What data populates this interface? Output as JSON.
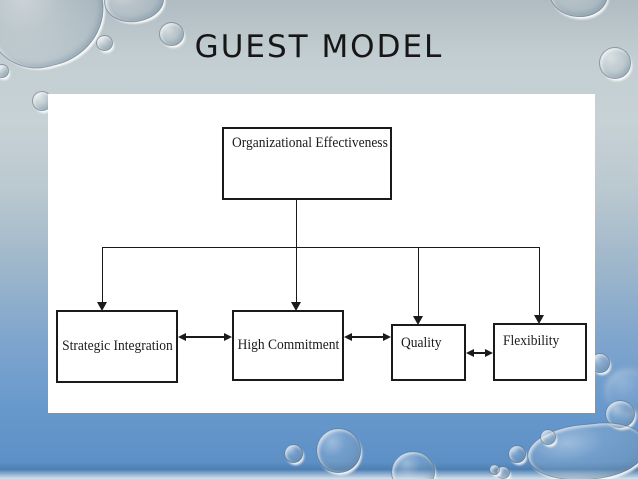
{
  "slide": {
    "title": "GUEST MODEL"
  },
  "diagram": {
    "type": "flowchart",
    "nodes": {
      "root": {
        "label": "Organizational Effectiveness"
      },
      "children": [
        {
          "label": "Strategic Integration"
        },
        {
          "label": "High Commitment"
        },
        {
          "label": "Quality"
        },
        {
          "label": "Flexibility"
        }
      ]
    },
    "edges": [
      {
        "from": "Organizational Effectiveness",
        "to": "Strategic Integration",
        "style": "arrow-down"
      },
      {
        "from": "Organizational Effectiveness",
        "to": "High Commitment",
        "style": "arrow-down"
      },
      {
        "from": "Organizational Effectiveness",
        "to": "Quality",
        "style": "arrow-down"
      },
      {
        "from": "Organizational Effectiveness",
        "to": "Flexibility",
        "style": "arrow-down"
      },
      {
        "from": "Strategic Integration",
        "to": "High Commitment",
        "style": "double-arrow"
      },
      {
        "from": "High Commitment",
        "to": "Quality",
        "style": "double-arrow"
      },
      {
        "from": "Quality",
        "to": "Flexibility",
        "style": "double-arrow"
      }
    ]
  },
  "colors": {
    "title_text": "#161616",
    "node_background": "#ffffff",
    "node_border": "#1a1a1a",
    "node_text": "#1b1b1b",
    "panel_background": "#ffffff",
    "background_top": "#b0bcc2",
    "background_bottom": "#5d90c6"
  }
}
